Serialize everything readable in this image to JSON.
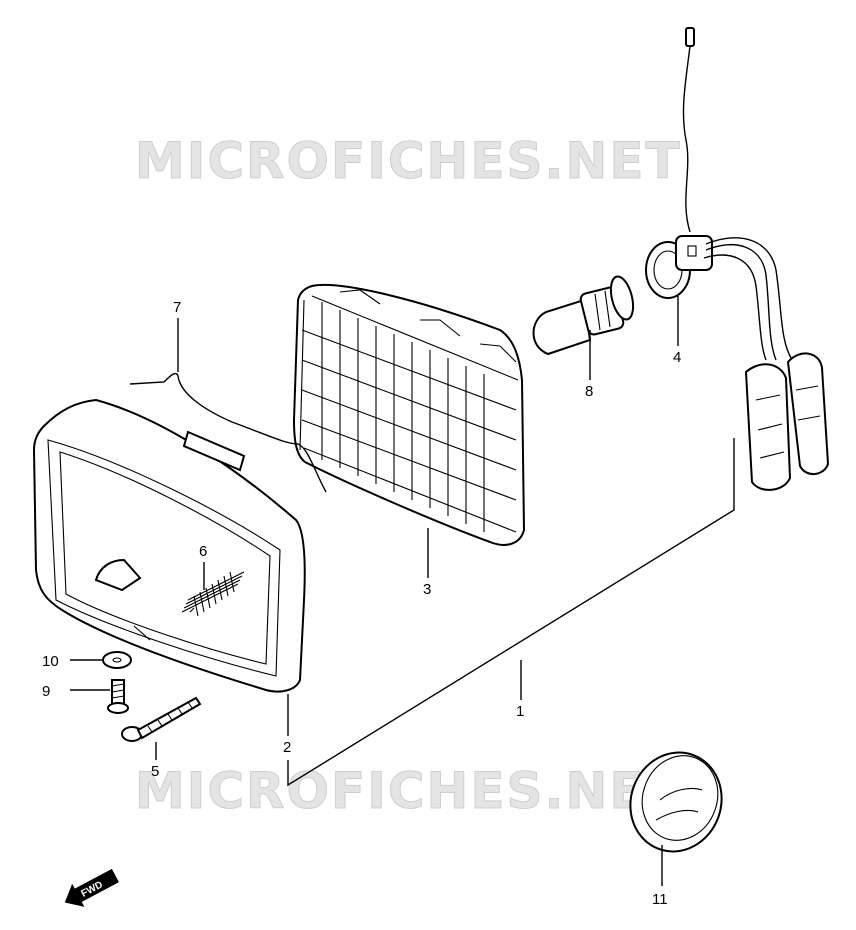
{
  "watermark": "MICROFICHES.NET",
  "fwd_label": "FWD",
  "callouts": [
    {
      "id": "1",
      "label": "1"
    },
    {
      "id": "2",
      "label": "2"
    },
    {
      "id": "3",
      "label": "3"
    },
    {
      "id": "4",
      "label": "4"
    },
    {
      "id": "5",
      "label": "5"
    },
    {
      "id": "6",
      "label": "6"
    },
    {
      "id": "7",
      "label": "7"
    },
    {
      "id": "8",
      "label": "8"
    },
    {
      "id": "9",
      "label": "9"
    },
    {
      "id": "10",
      "label": "10"
    },
    {
      "id": "11",
      "label": "11"
    }
  ]
}
